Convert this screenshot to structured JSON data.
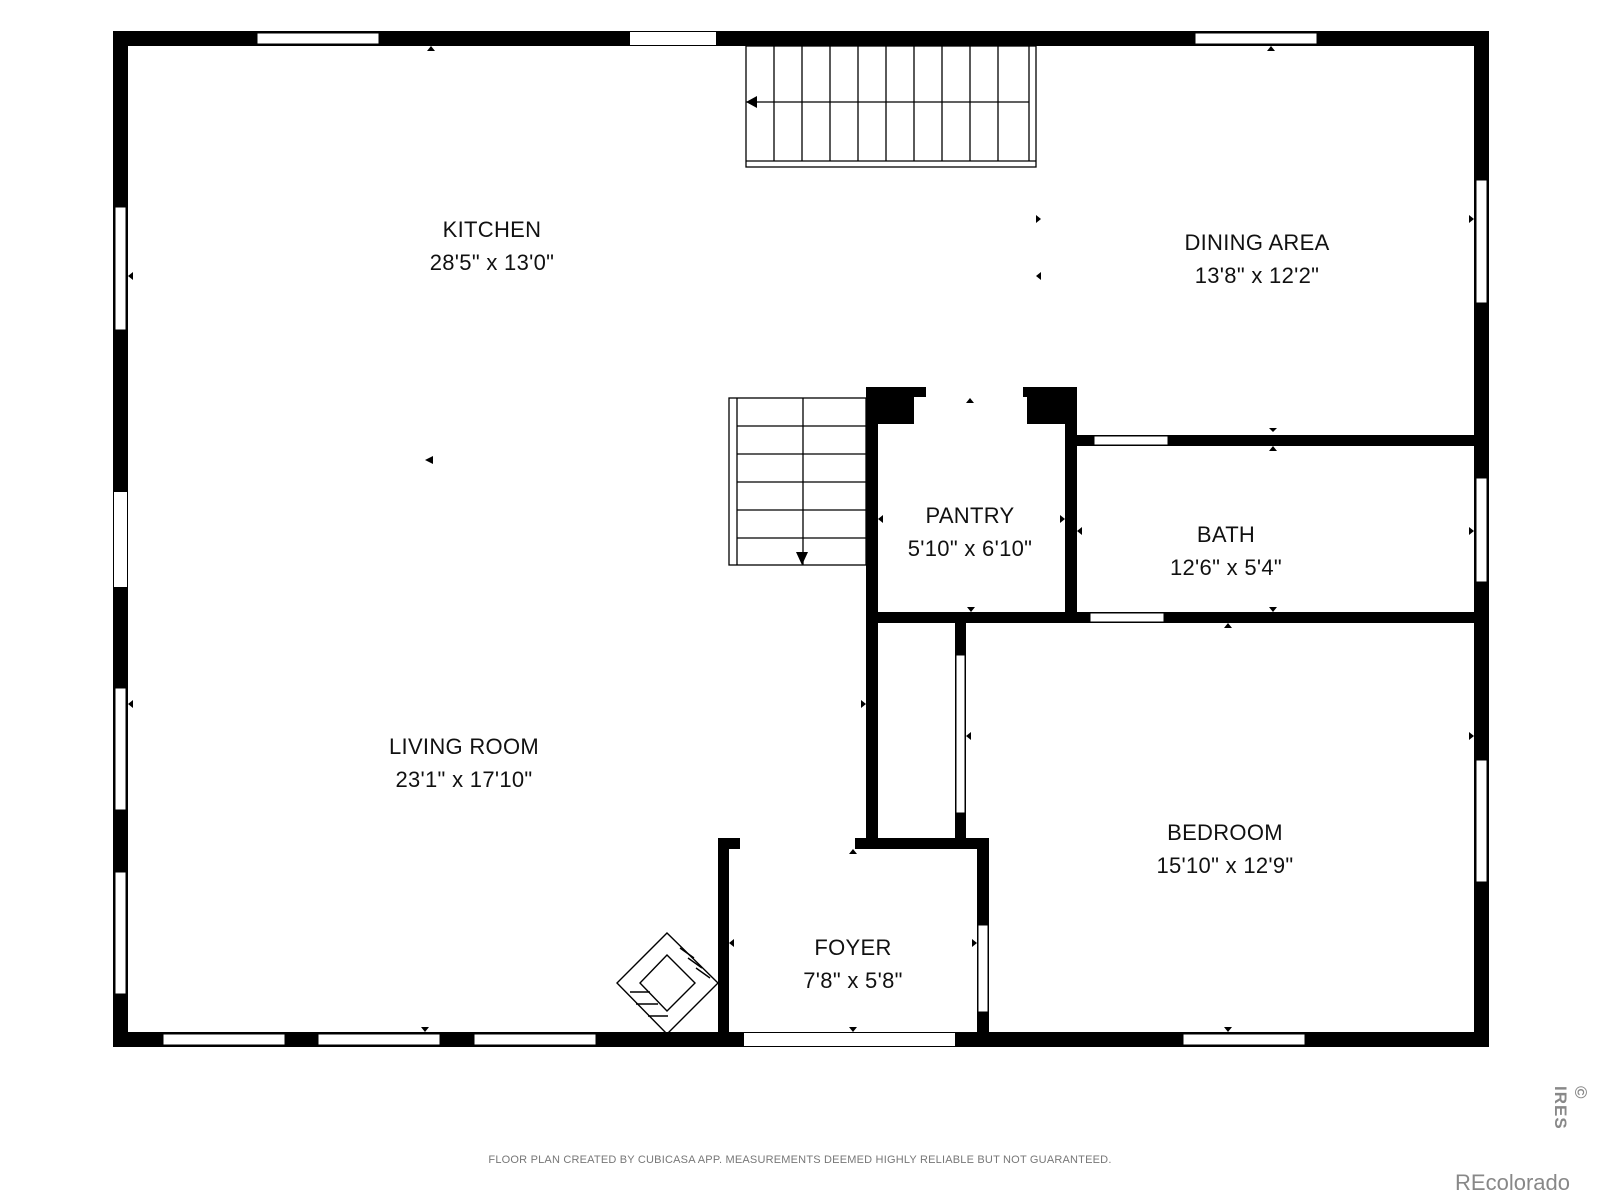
{
  "rooms": [
    {
      "name": "KITCHEN",
      "dims": "28'5\" x 13'0\""
    },
    {
      "name": "DINING AREA",
      "dims": "13'8\" x 12'2\""
    },
    {
      "name": "PANTRY",
      "dims": "5'10\" x 6'10\""
    },
    {
      "name": "BATH",
      "dims": "12'6\" x 5'4\""
    },
    {
      "name": "LIVING ROOM",
      "dims": "23'1\" x 17'10\""
    },
    {
      "name": "BEDROOM",
      "dims": "15'10\" x 12'9\""
    },
    {
      "name": "FOYER",
      "dims": "7'8\" x 5'8\""
    }
  ],
  "footer": {
    "disclaimer": "FLOOR PLAN CREATED BY CUBICASA APP. MEASUREMENTS DEEMED HIGHLY RELIABLE BUT NOT GUARANTEED.",
    "brand": "REcolorado",
    "watermark": "© IRES"
  },
  "colors": {
    "wall": "#000000",
    "window": "#ffffff",
    "background": "#ffffff"
  }
}
